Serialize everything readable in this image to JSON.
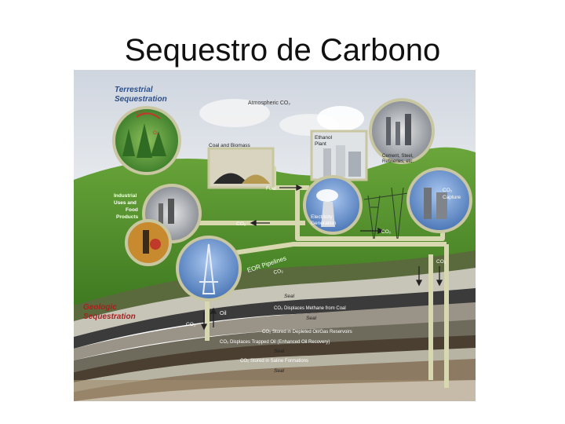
{
  "page": {
    "title": "Sequestro de Carbono"
  },
  "diagram": {
    "terrestrial_title_1": "Terrestrial",
    "terrestrial_title_2": "Sequestration",
    "co2_a": "CO₂",
    "o2": "O₂",
    "atmospheric": "Atmospheric CO₂",
    "coal_biomass": "Coal and Biomass",
    "ethanol_1": "Ethanol",
    "ethanol_2": "Plant",
    "cement_1": "Cement, Steel,",
    "cement_2": "Refineries, etc.",
    "fuel": "Fuel",
    "industrial_1": "Industrial",
    "industrial_2": "Uses and",
    "industrial_3": "Food",
    "industrial_4": "Products",
    "capture_1": "CO₂",
    "capture_2": "Capture",
    "electricity_1": "Electricity",
    "electricity_2": "Generation",
    "co2_left": "CO₂",
    "co2_right": "CO₂",
    "co2_side": "CO₂",
    "eor": "EOR Pipelines",
    "co2_pipe": "CO₂",
    "seal_1": "Seal",
    "geologic_1": "Geologic",
    "geologic_2": "Sequestration",
    "oil": "Oil",
    "co2_bottom": "CO₂",
    "layer_methane": "CO₂ Displaces Methane from Coal",
    "seal_2": "Seal",
    "layer_depleted": "CO₂ Stored in Depleted Oil/Gas Reservoirs",
    "layer_trapped": "CO₂ Displaces Trapped Oil (Enhanced Oil Recovery)",
    "seal_3": "Seal",
    "layer_saline": "CO₂ Stored in Saline Formations",
    "seal_4": "Seal"
  },
  "colors": {
    "sky": "#d8dde6",
    "grass": "#5c9a2e",
    "pipe": "#d8d8b0",
    "red_text": "#a8201e",
    "circle_border": "#c9c6a2"
  }
}
